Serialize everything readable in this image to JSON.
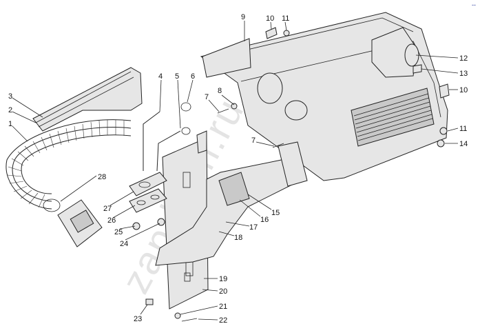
{
  "watermark": "zap-kam.ru",
  "corner_mark": "--",
  "callouts": [
    "1",
    "2",
    "3",
    "4",
    "5",
    "6",
    "7",
    "7",
    "8",
    "9",
    "10",
    "10",
    "11",
    "11",
    "12",
    "13",
    "14",
    "15",
    "16",
    "17",
    "18",
    "19",
    "20",
    "21",
    "22",
    "23",
    "24",
    "25",
    "26",
    "27",
    "28"
  ]
}
